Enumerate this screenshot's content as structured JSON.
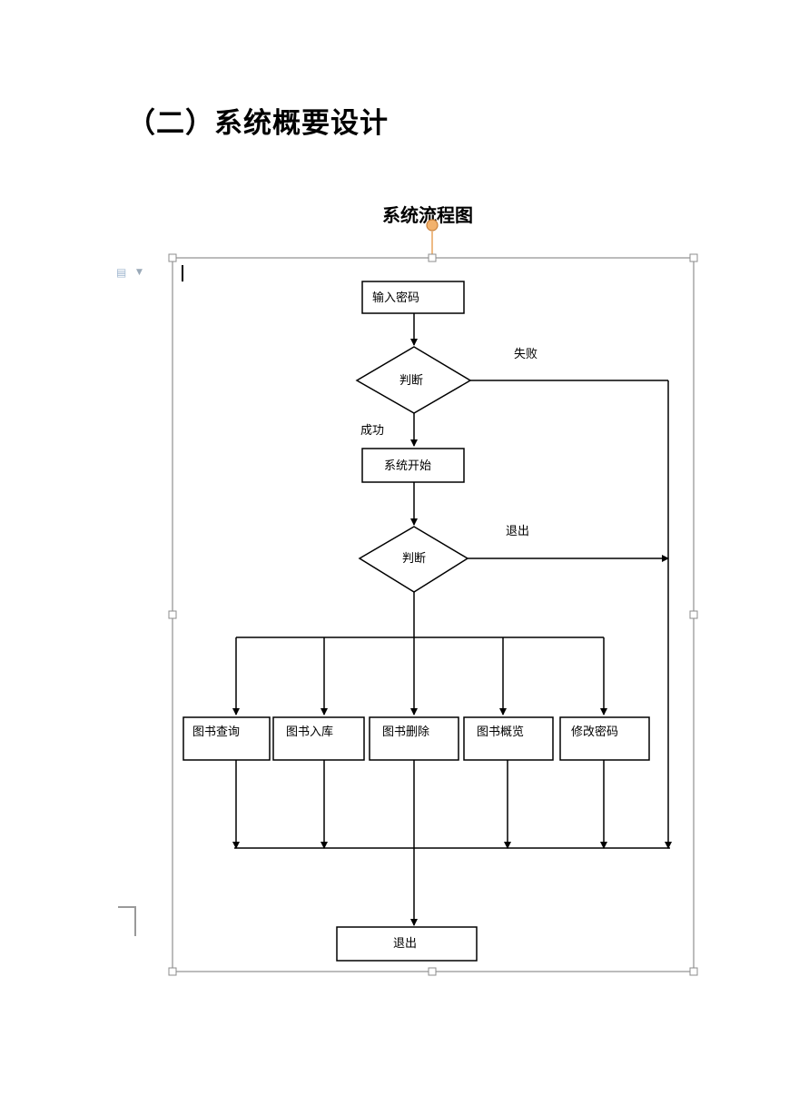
{
  "document": {
    "heading": "（二）系统概要设计"
  },
  "flowchart": {
    "title": "系统流程图",
    "nodes": {
      "input_password": "输入密码",
      "decision_1": "判断",
      "system_start": "系统开始",
      "decision_2": "判断",
      "book_query": "图书查询",
      "book_stock_in": "图书入库",
      "book_delete": "图书删除",
      "book_browse": "图书概览",
      "change_password": "修改密码",
      "exit": "退出"
    },
    "edge_labels": {
      "fail": "失败",
      "success": "成功",
      "exit": "退出"
    }
  },
  "colors": {
    "selection_frame": "#a6a6a6",
    "rotate_handle": "#e8a35a",
    "line": "#000000"
  }
}
